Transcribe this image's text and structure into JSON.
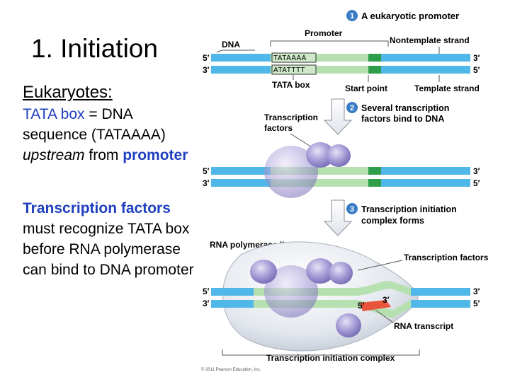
{
  "slide": {
    "title": "1. Initiation",
    "subtitle": "Eukaryotes:",
    "para1": {
      "term": "TATA box",
      "text1": " = DNA sequence (TATAAAA) ",
      "emphasis": "upstream",
      "text2": " from ",
      "term2": "promoter"
    },
    "para2": {
      "term": "Transcription factors",
      "text": " must recognize TATA box before RNA polymerase can bind to DNA promoter"
    }
  },
  "figure": {
    "step1": {
      "number": "1",
      "title": "A eukaryotic promoter"
    },
    "dna_label": "DNA",
    "promoter_label": "Promoter",
    "nontemplate_label": "Nontemplate strand",
    "template_label": "Template strand",
    "tata_top": "TATAAAA",
    "tata_bottom": "ATATTTT",
    "tata_box_label": "TATA box",
    "start_point_label": "Start point",
    "end5": "5′",
    "end3": "3′",
    "step2": {
      "number": "2",
      "line1": "Several transcription",
      "line2": "factors bind to DNA"
    },
    "tf_label": {
      "line1": "Transcription",
      "line2": "factors"
    },
    "step3": {
      "number": "3",
      "line1": "Transcription initiation",
      "line2": "complex forms"
    },
    "rnapol_label": "RNA polymerase II",
    "tf_label_right": "Transcription factors",
    "rna_5": "5′",
    "rna_3": "3′",
    "rna_transcript_label": "RNA transcript",
    "complex_label": "Transcription initiation complex",
    "copyright": "© 2011 Pearson Education, Inc."
  },
  "colors": {
    "title_blue": "#1f3fbf",
    "dna_blue": "#4fb8e8",
    "promoter_green": "#b6e0b0",
    "start_green": "#2e9e4a",
    "tf_purple": "#8f86c9",
    "polymerase_grey": "#d6dce6",
    "rna_red": "#e8553a",
    "step_badge": "#3a7cc4"
  }
}
